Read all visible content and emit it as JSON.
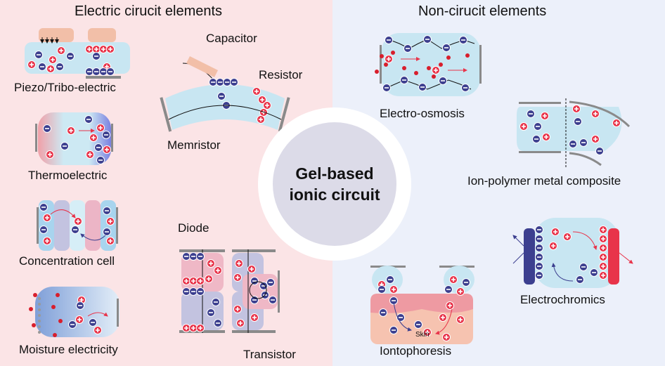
{
  "colors": {
    "left_bg": "#fbe4e6",
    "right_bg": "#ecf0fa",
    "hub_fill": "#dcdbe8",
    "cation": "#e8344a",
    "anion": "#3c3f8f",
    "gel": "#c8e6f2",
    "electrode": "#8a8a8a"
  },
  "left_section": {
    "title": "Electric cirucit elements",
    "items": [
      {
        "label": "Piezo/Tribo-electric"
      },
      {
        "label": "Thermoelectric"
      },
      {
        "label": "Concentration cell"
      },
      {
        "label": "Moisture electricity"
      },
      {
        "label": "Capacitor"
      },
      {
        "label": "Resistor"
      },
      {
        "label": "Memristor"
      },
      {
        "label": "Diode"
      },
      {
        "label": "Transistor"
      }
    ]
  },
  "right_section": {
    "title": "Non-cirucit elements",
    "items": [
      {
        "label": "Electro-osmosis"
      },
      {
        "label": "Ion-polymer metal composite"
      },
      {
        "label": "Electrochromics"
      },
      {
        "label": "Iontophoresis",
        "sublabel": "Skin"
      }
    ]
  },
  "hub": {
    "line1": "Gel-based",
    "line2": "ionic circuit"
  },
  "icons": {
    "cation": "plus-circle",
    "anion": "minus-circle"
  }
}
